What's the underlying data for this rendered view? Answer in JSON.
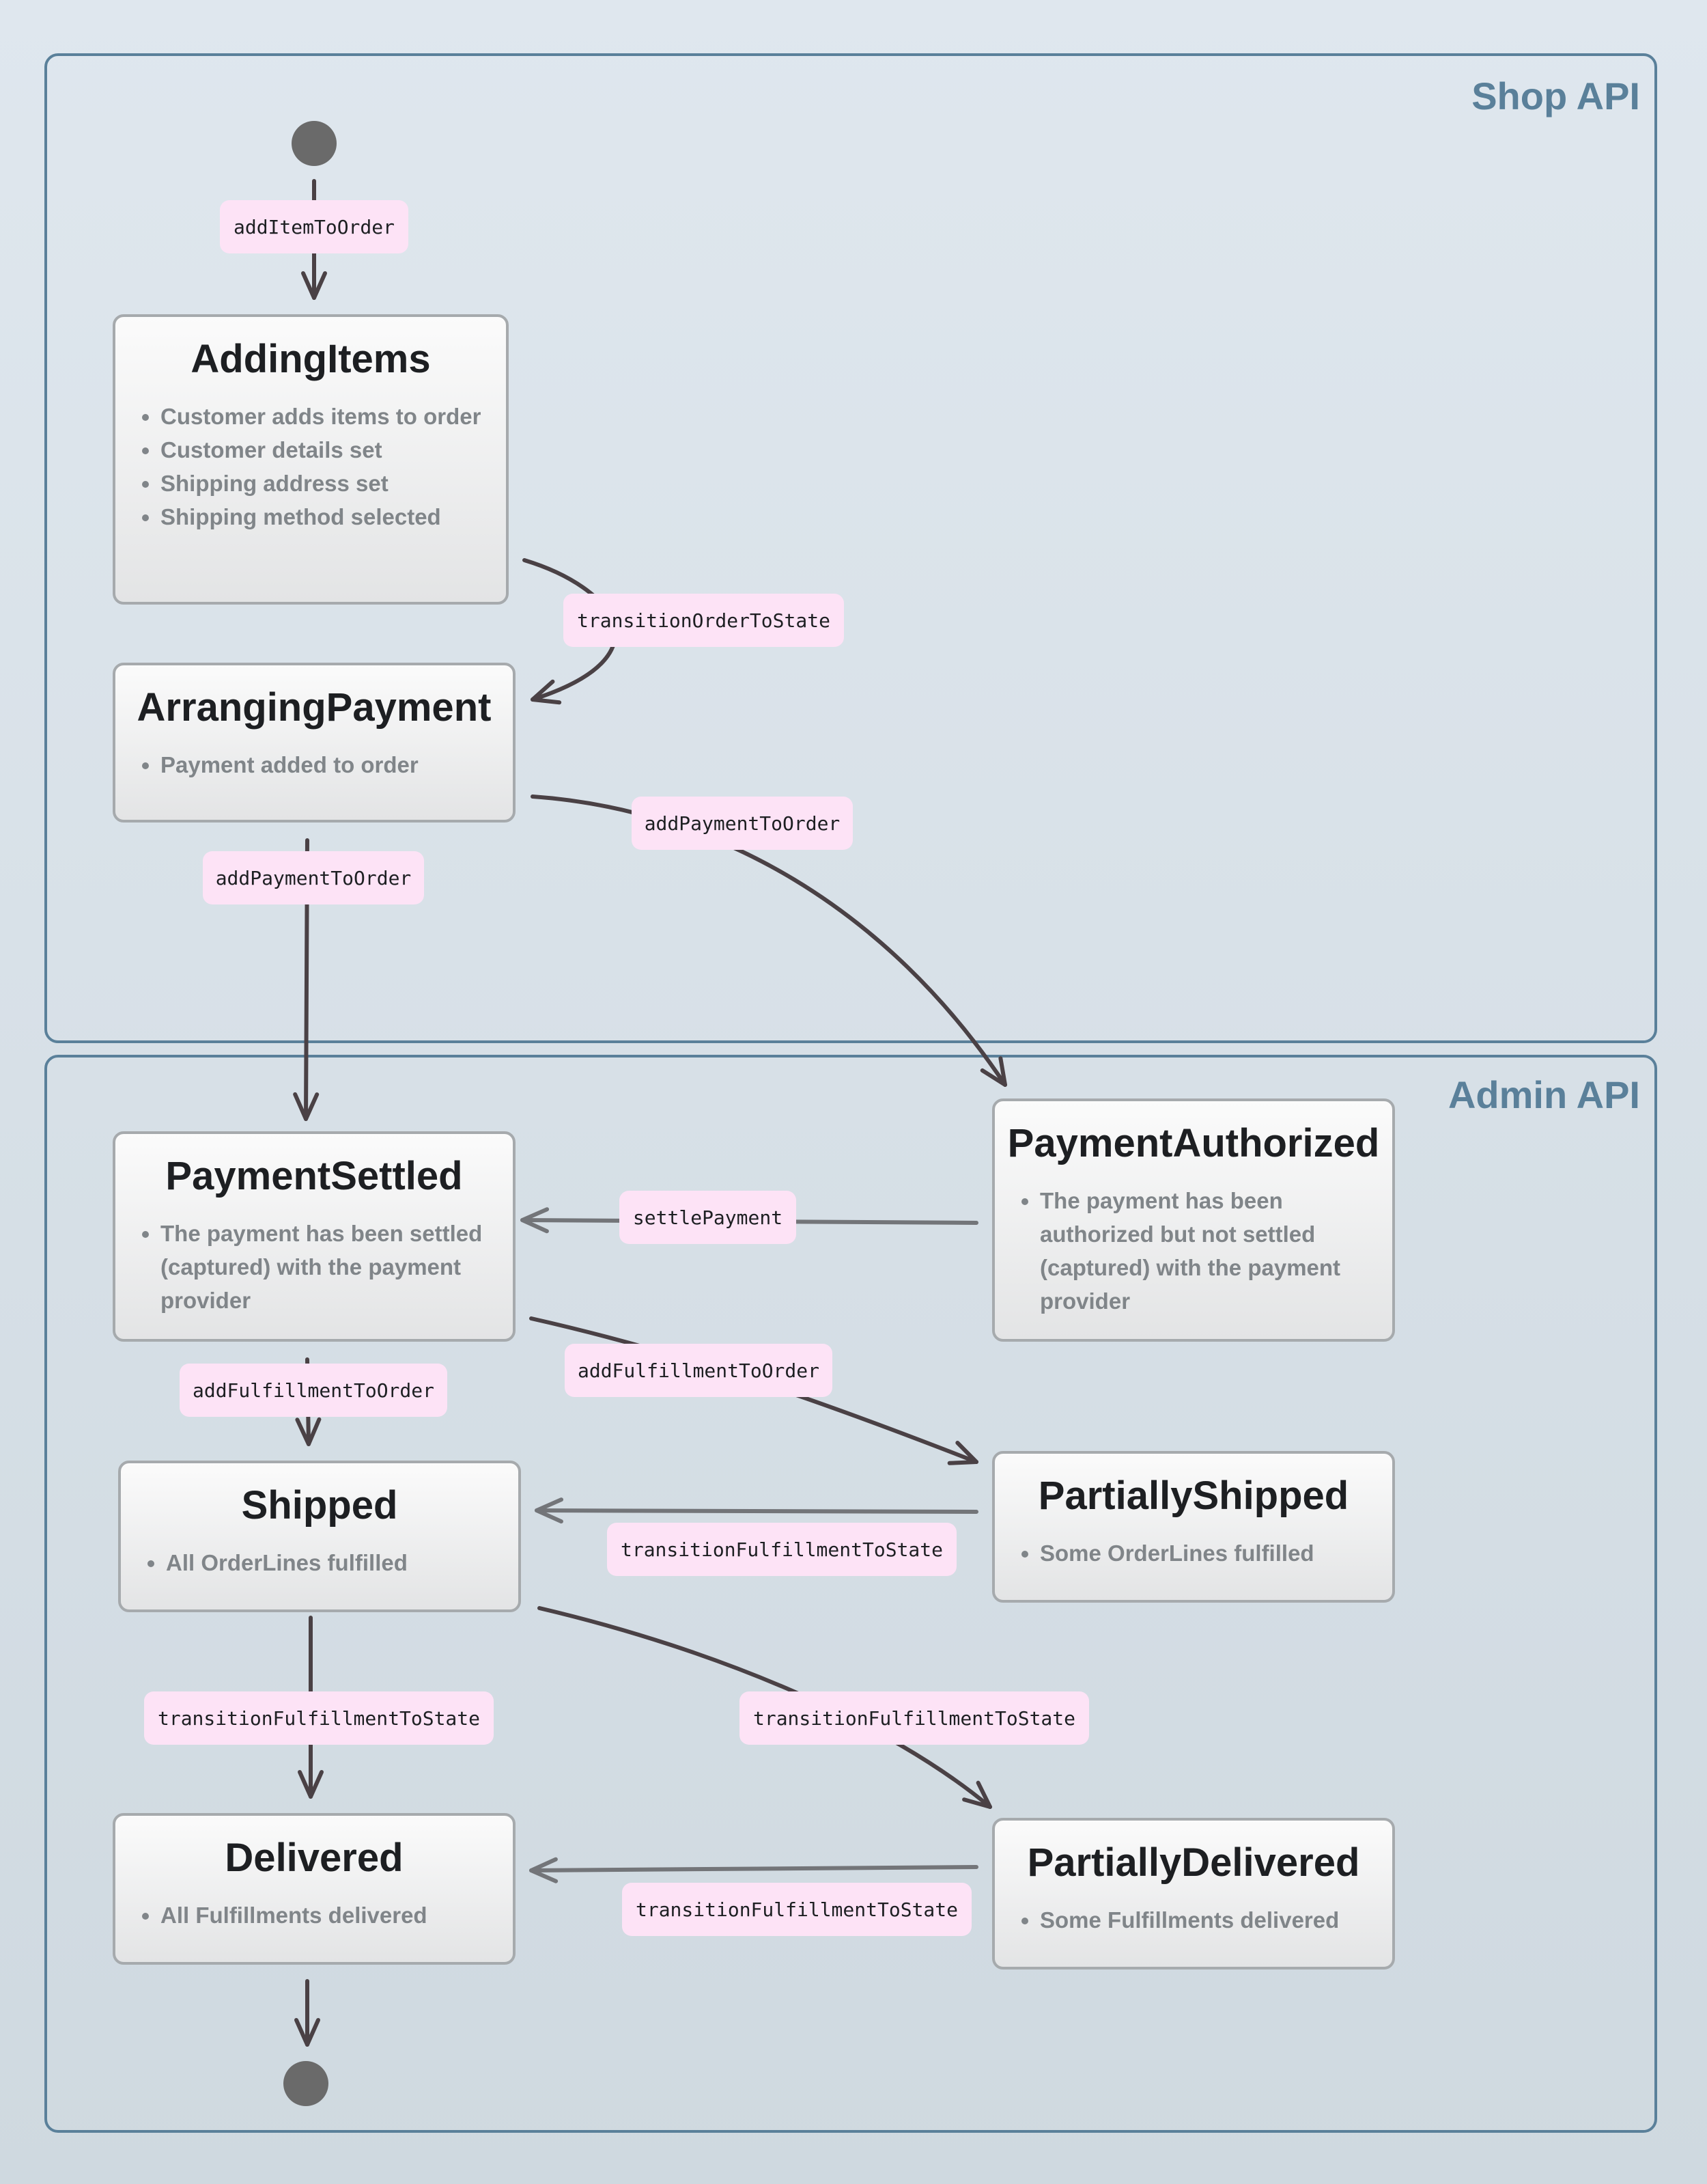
{
  "regions": {
    "shop": {
      "title": "Shop API"
    },
    "admin": {
      "title": "Admin API"
    }
  },
  "states": {
    "adding_items": {
      "title": "AddingItems",
      "bullets": [
        "Customer adds items to order",
        "Customer details set",
        "Shipping address set",
        "Shipping method selected"
      ]
    },
    "arranging_payment": {
      "title": "ArrangingPayment",
      "bullets": [
        "Payment added to order"
      ]
    },
    "payment_settled": {
      "title": "PaymentSettled",
      "bullets": [
        "The payment has been settled (captured) with the payment provider"
      ]
    },
    "payment_authorized": {
      "title": "PaymentAuthorized",
      "bullets": [
        "The payment has been authorized but not settled (captured) with the payment provider"
      ]
    },
    "shipped": {
      "title": "Shipped",
      "bullets": [
        "All OrderLines fulfilled"
      ]
    },
    "partially_shipped": {
      "title": "PartiallyShipped",
      "bullets": [
        "Some OrderLines fulfilled"
      ]
    },
    "delivered": {
      "title": "Delivered",
      "bullets": [
        "All Fulfillments delivered"
      ]
    },
    "partially_delivered": {
      "title": "PartiallyDelivered",
      "bullets": [
        "Some Fulfillments delivered"
      ]
    }
  },
  "transitions": {
    "add_item": "addItemToOrder",
    "transition_to_payment": "transitionOrderToState",
    "add_payment_settled": "addPaymentToOrder",
    "add_payment_authorized": "addPaymentToOrder",
    "settle_payment": "settlePayment",
    "add_fulfillment_shipped": "addFulfillmentToOrder",
    "add_fulfillment_partial": "addFulfillmentToOrder",
    "partial_to_shipped": "transitionFulfillmentToState",
    "shipped_to_delivered": "transitionFulfillmentToState",
    "shipped_to_partially_delivered": "transitionFulfillmentToState",
    "partial_delivered_to_delivered": "transitionFulfillmentToState"
  },
  "colors": {
    "region_border": "#5a809a",
    "edge_dark": "#4a4145",
    "edge_gray": "#737579",
    "label_bg": "#fde3f6",
    "pseudo_state": "#6a6a6a"
  }
}
